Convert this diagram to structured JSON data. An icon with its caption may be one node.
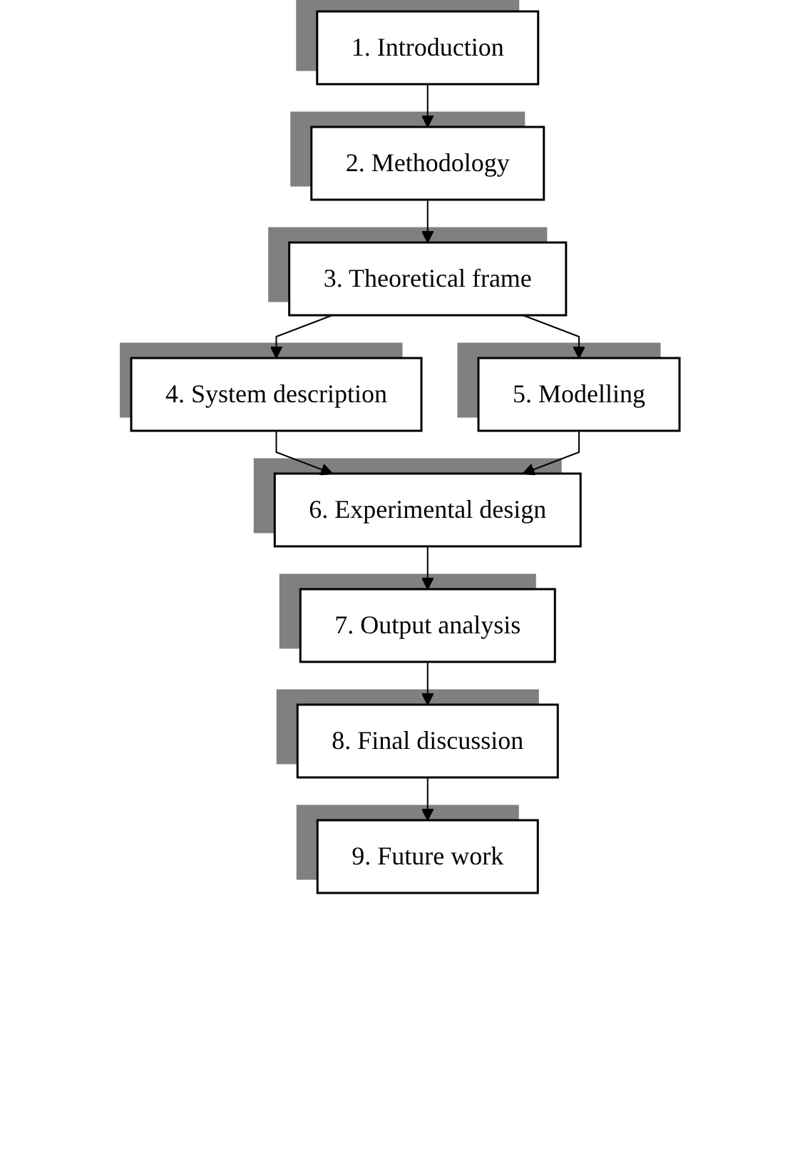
{
  "diagram": {
    "nodes": [
      {
        "text": [
          "1. Introduction"
        ]
      },
      {
        "text": [
          "2. Methodology"
        ]
      },
      {
        "text": [
          "3. Theoretical frame"
        ]
      },
      {
        "text": [
          "4. System description"
        ]
      },
      {
        "text": [
          "5. Modelling"
        ]
      },
      {
        "text": [
          "6. Experimental design"
        ]
      },
      {
        "text": [
          "7. Output analysis"
        ]
      },
      {
        "text": [
          "8. Final discussion"
        ]
      },
      {
        "text": [
          "9. Future work"
        ]
      }
    ],
    "edges": [
      {
        "from": 0,
        "to": 1,
        "arrow": "to"
      },
      {
        "from": 1,
        "to": 2,
        "arrow": "to"
      },
      {
        "from": 2,
        "to": 3,
        "arrow": "to"
      },
      {
        "from": 2,
        "to": 4,
        "arrow": "to"
      },
      {
        "from": 3,
        "to": 5,
        "arrow": "to"
      },
      {
        "from": 4,
        "to": 5,
        "arrow": "to"
      },
      {
        "from": 5,
        "to": 6,
        "arrow": "to"
      },
      {
        "from": 6,
        "to": 7,
        "arrow": "to"
      },
      {
        "from": 7,
        "to": 8,
        "arrow": "to"
      }
    ]
  }
}
